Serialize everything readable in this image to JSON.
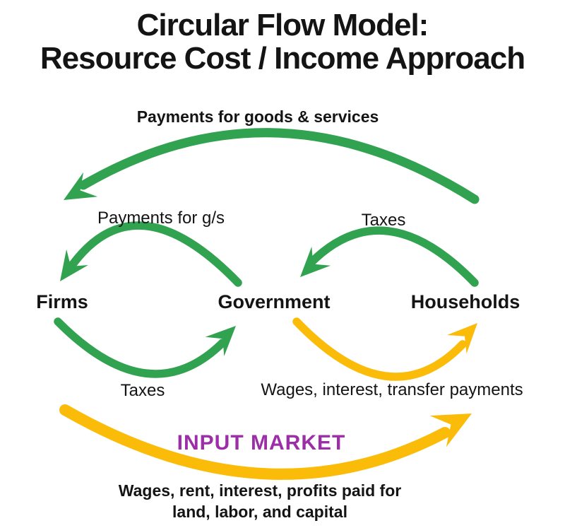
{
  "title": {
    "line1": "Circular Flow Model:",
    "line2": "Resource Cost / Income Approach"
  },
  "nodes": {
    "firms": "Firms",
    "government": "Government",
    "households": "Households"
  },
  "labels": {
    "top_flow": "Payments for goods & services",
    "gov_to_firms": "Payments for g/s",
    "households_to_gov": "Taxes",
    "firms_to_gov": "Taxes",
    "gov_to_households": "Wages, interest, transfer payments",
    "input_market": "INPUT MARKET",
    "bottom_caption_line1": "Wages, rent, interest, profits paid for",
    "bottom_caption_line2": "land, labor, and capital"
  },
  "colors": {
    "green": "#31A24F",
    "yellow": "#FBBC09",
    "purple": "#9C2FA8",
    "text": "#141414",
    "background": "#FFFFFF"
  }
}
